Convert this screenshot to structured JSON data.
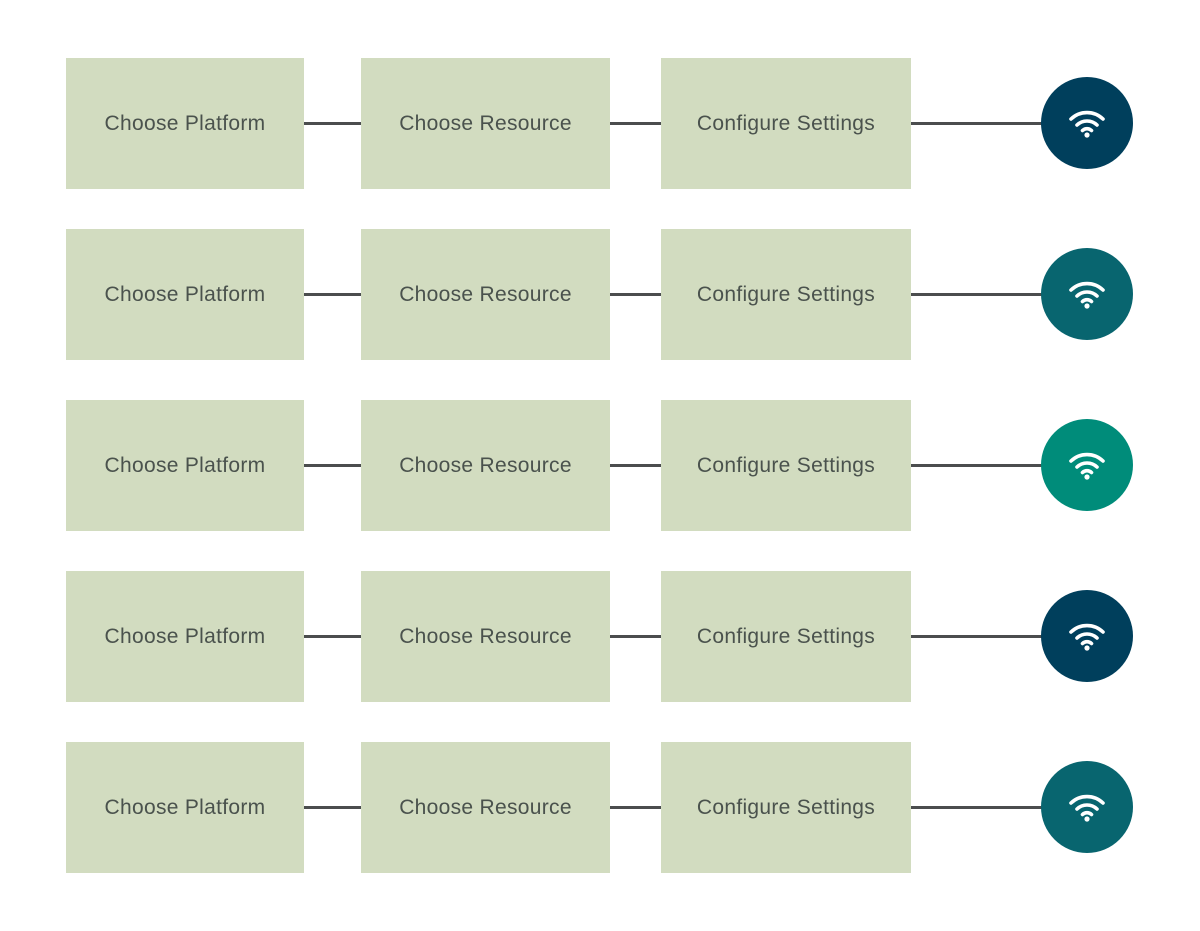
{
  "rows": [
    {
      "steps": [
        "Choose Platform",
        "Choose Resource",
        "Configure Settings"
      ],
      "icon": "wifi-icon",
      "color": "#003f5c"
    },
    {
      "steps": [
        "Choose Platform",
        "Choose Resource",
        "Configure Settings"
      ],
      "icon": "wifi-icon",
      "color": "#08656f"
    },
    {
      "steps": [
        "Choose Platform",
        "Choose Resource",
        "Configure Settings"
      ],
      "icon": "wifi-icon",
      "color": "#008c7a"
    },
    {
      "steps": [
        "Choose Platform",
        "Choose Resource",
        "Configure Settings"
      ],
      "icon": "wifi-icon",
      "color": "#003f5c"
    },
    {
      "steps": [
        "Choose Platform",
        "Choose Resource",
        "Configure Settings"
      ],
      "icon": "wifi-icon",
      "color": "#08656f"
    }
  ]
}
